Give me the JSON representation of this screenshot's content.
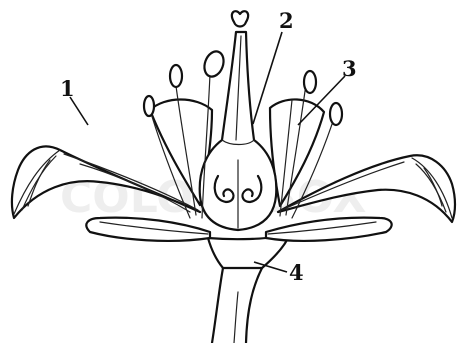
{
  "diagram": {
    "labels": [
      {
        "id": "label-1",
        "text": "1",
        "part": "petal"
      },
      {
        "id": "label-2",
        "text": "2",
        "part": "pistil"
      },
      {
        "id": "label-3",
        "text": "3",
        "part": "stamen"
      },
      {
        "id": "label-4",
        "text": "4",
        "part": "receptacle"
      }
    ],
    "watermark": "COLOURBOX"
  },
  "colors": {
    "ink": "#111111",
    "background": "#ffffff",
    "watermark": "#eeeeee"
  }
}
